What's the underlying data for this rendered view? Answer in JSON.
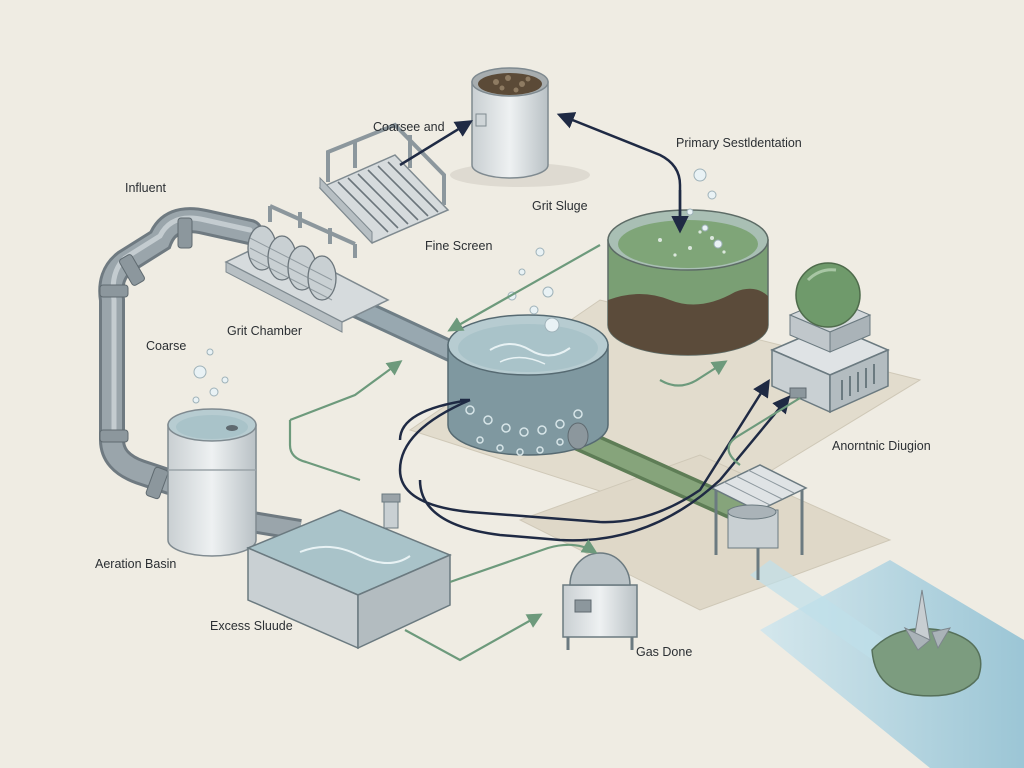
{
  "labels": {
    "influent": "Influent",
    "coarse_and": "Coarsee and",
    "primary_sed": "Primary Sestldentation",
    "grit_sludge": "Grit Sluge",
    "fine_screen": "Fine Screen",
    "grit_chamber": "Grit Chamber",
    "coarse": "Coarse",
    "anaerobic_digestion": "Anorntnic Diugion",
    "aeration_basin": "Aeration Basin",
    "excess_sludge": "Excess Sluude",
    "gas_dome": "Gas Done"
  },
  "colors": {
    "background": "#efece3",
    "pipe": "#8f9aa1",
    "water": "#a9c3c9",
    "sludge_green": "#6f9a6b",
    "flow_dark": "#1f2a44",
    "flow_green": "#6d9a7c",
    "effluent": "#9cc8d9"
  }
}
